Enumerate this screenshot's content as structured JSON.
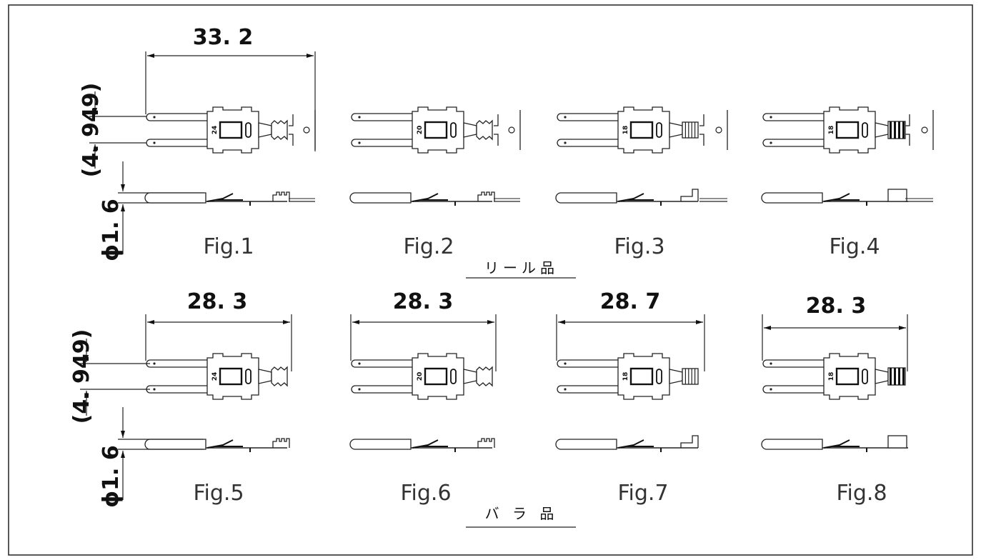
{
  "sections": [
    {
      "title": "リール品",
      "figures": [
        "Fig.1",
        "Fig.2",
        "Fig.3",
        "Fig.4"
      ]
    },
    {
      "title": "バ ラ 品",
      "figures": [
        "Fig.5",
        "Fig.6",
        "Fig.7",
        "Fig.8"
      ]
    }
  ],
  "dimensions": {
    "row1_length": "33. 2",
    "row2_lengths": [
      "28. 3",
      "28. 3",
      "28. 7",
      "28. 3"
    ],
    "pitch": "(4. 949)",
    "diameter": "ϕ1. 6"
  },
  "part_markings": [
    "24",
    "20",
    "18",
    "18",
    "24",
    "20",
    "18",
    "18"
  ]
}
